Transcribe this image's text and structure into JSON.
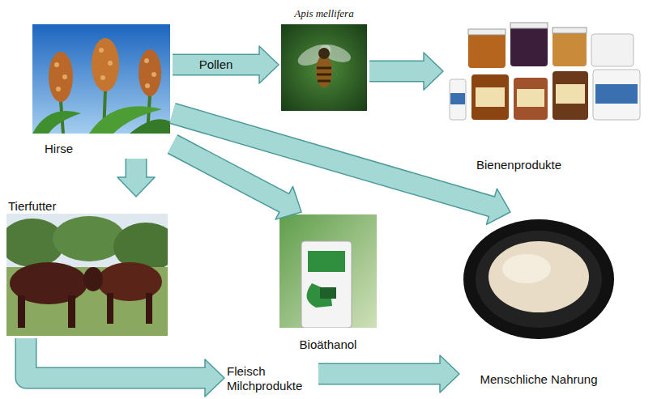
{
  "diagram": {
    "nodes": [
      {
        "text": [
          "Hirse"
        ]
      },
      {
        "text": [
          "Apis mellifera"
        ]
      },
      {
        "text": [
          "Bienenprodukte"
        ]
      },
      {
        "text": [
          "Tierfutter"
        ]
      },
      {
        "text": [
          "Bioäthanol"
        ]
      },
      {
        "text": [
          "Menschliche Nahrung"
        ]
      },
      {
        "text": [
          "Fleisch Milchprodukte"
        ]
      }
    ],
    "edges": [
      {
        "from": 0,
        "to": 1,
        "arrow": "to",
        "label": "Pollen"
      },
      {
        "from": 1,
        "to": 2,
        "arrow": "to"
      },
      {
        "from": 0,
        "to": 5,
        "arrow": "to"
      },
      {
        "from": 0,
        "to": 3,
        "arrow": "to"
      },
      {
        "from": 0,
        "to": 4,
        "arrow": "to"
      },
      {
        "from": 3,
        "to": 6,
        "arrow": "to"
      },
      {
        "from": 6,
        "to": 5,
        "arrow": "to"
      }
    ]
  }
}
